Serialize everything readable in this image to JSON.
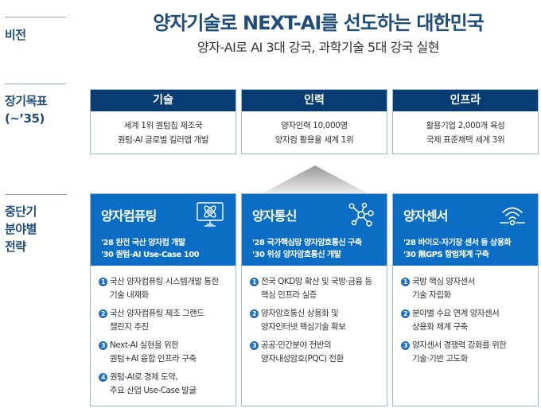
{
  "sections": {
    "vision_label": "비전",
    "longterm_label": "장기목표\n(~'35)",
    "longterm_label_line1": "장기목표",
    "longterm_label_line2": "(~’35)",
    "strategy_label_line1": "중단기",
    "strategy_label_line2": "분야별",
    "strategy_label_line3": "전략"
  },
  "vision": {
    "title": "양자기술로 NEXT-AI를 선도하는 대한민국",
    "subtitle": "양자-AI로 AI 3대 강국, 과학기술 5대 강국 실현"
  },
  "goals": [
    {
      "title": "기술",
      "lines": [
        "세계 1위 퀀텀칩 제조국",
        "퀀텀-AI 글로벌 킬러앱 개발"
      ]
    },
    {
      "title": "인력",
      "lines": [
        "양자인력 10,000명",
        "양자컴 활용율 세계 1위"
      ]
    },
    {
      "title": "인프라",
      "lines": [
        "활용기업 2,000개 육성",
        "국제 표준채택 세계 3위"
      ]
    }
  ],
  "strategies": [
    {
      "title": "양자컴퓨팅",
      "icon": "quantum-computer-icon",
      "targets": [
        "'28 완전 국산 양자컴 개발",
        "'30 퀀텀-AI Use-Case 100"
      ],
      "items": [
        {
          "num": "1",
          "text": "국산 양자컴퓨팅 시스템개발 통한\n기술 내재화"
        },
        {
          "num": "2",
          "text": "국산 양자컴퓨팅 제조 그랜드\n챌린지 추진"
        },
        {
          "num": "3",
          "text": "Next-AI 실현을 위한\n퀀텀+AI 융합 인프라 구축"
        },
        {
          "num": "4",
          "text": "퀀텀-AI로 경제 도약,\n주요 산업 Use-Case 발굴"
        }
      ]
    },
    {
      "title": "양자통신",
      "icon": "network-nodes-icon",
      "targets": [
        "'28 국가핵심망 양자암호통신 구축",
        "'30 위성 양자암호통신 개발"
      ],
      "items": [
        {
          "num": "1",
          "text": "전국 QKD망 확산 및 국방·금융 등\n핵심 인프라 실증"
        },
        {
          "num": "2",
          "text": "양자암호통신 상용화 및\n양자인터넷 핵심기술 확보"
        },
        {
          "num": "3",
          "text": "공공·민간분야 전반의\n양자내성암호(PQC) 전환"
        }
      ]
    },
    {
      "title": "양자센서",
      "icon": "sensor-wave-icon",
      "targets": [
        "'28 바이오·자기장 센서 등 상용화",
        "'30 無GPS 항법체계 구축"
      ],
      "items": [
        {
          "num": "1",
          "text": "국방 핵심 양자센서\n기술 자립화"
        },
        {
          "num": "2",
          "text": "분야별 수요 연계 양자센서\n상용화 체계 구축"
        },
        {
          "num": "3",
          "text": "양자센서 경쟁력 강화를 위한\n기술·기반 고도화"
        }
      ]
    }
  ],
  "colors": {
    "navy": "#073d72",
    "blue": "#0b6ec4",
    "title_text": "#1e4d7b",
    "border": "#9db8cf"
  }
}
